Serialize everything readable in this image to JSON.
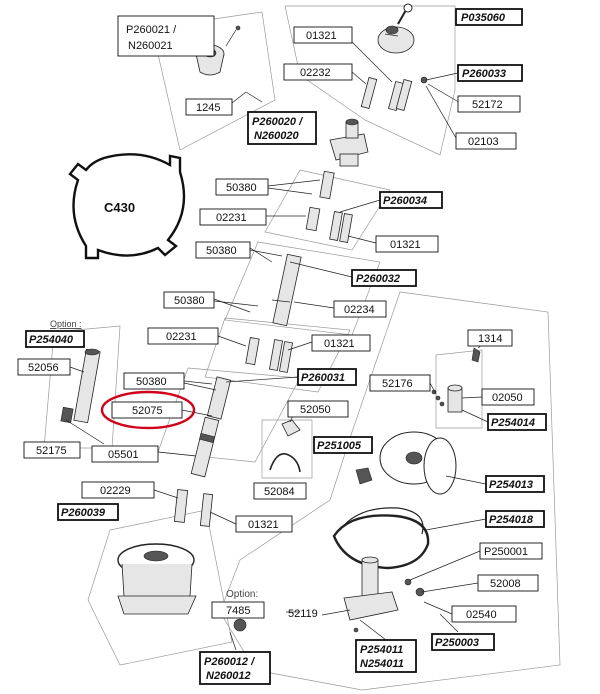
{
  "labels": {
    "l01321_top": "01321",
    "lP035060": "P035060",
    "lP260021": "P260021 /",
    "lN260021": "N260021",
    "l02232": "02232",
    "lP260033": "P260033",
    "l52172": "52172",
    "l1245": "1245",
    "lP260020": "P260020 /",
    "lN260020": "N260020",
    "l02103": "02103",
    "lC430": "C430",
    "l50380_a": "50380",
    "lP260034": "P260034",
    "l02231_a": "02231",
    "l01321_b": "01321",
    "l50380_b": "50380",
    "lP260032": "P260032",
    "l50380_c": "50380",
    "l02234": "02234",
    "lOption1": "Option :",
    "lP254040": "P254040",
    "l02231_b": "02231",
    "l01321_c": "01321",
    "l1314": "1314",
    "l52056": "52056",
    "l50380_d": "50380",
    "lP260031": "P260031",
    "l52176": "52176",
    "l02050": "02050",
    "l52075": "52075",
    "l52050": "52050",
    "lP254014": "P254014",
    "l52175": "52175",
    "lP251005": "P251005",
    "l05501": "05501",
    "l52084": "52084",
    "lP254013": "P254013",
    "l02229": "02229",
    "lP260039": "P260039",
    "l01321_d": "01321",
    "lP254018": "P254018",
    "lP250001": "P250001",
    "l52008": "52008",
    "lOption2": "Option:",
    "l7485": "7485",
    "l52119": "52119",
    "l02540": "02540",
    "lP250003": "P250003",
    "lP260012": "P260012 /",
    "lN260012": "N260012",
    "lP254011": "P254011",
    "lN254011": "N254011"
  },
  "highlight": {
    "label": "52075",
    "color": "#d0021b"
  }
}
